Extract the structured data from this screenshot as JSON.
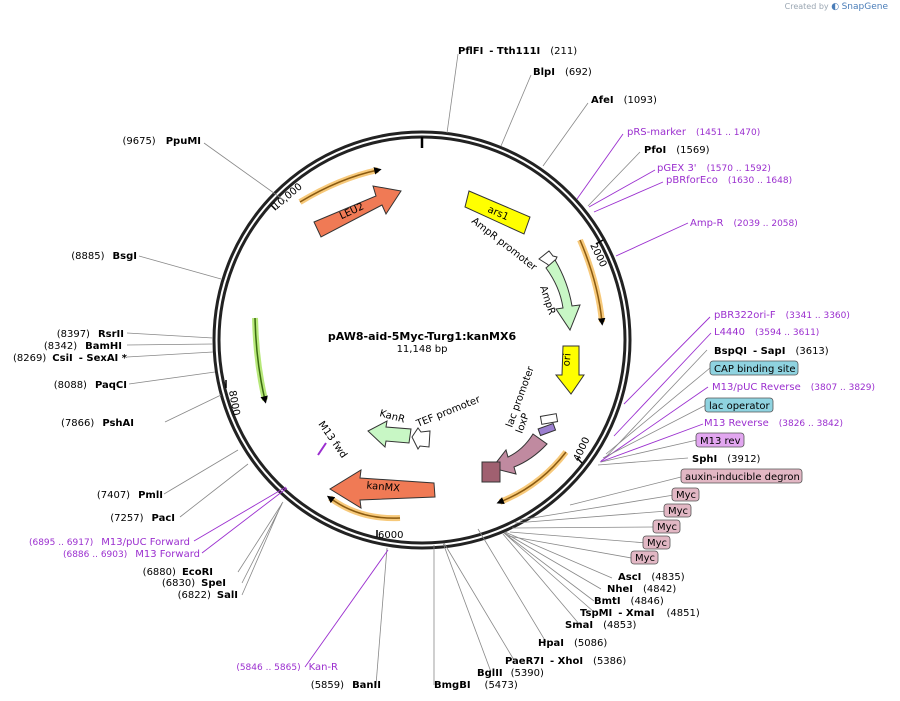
{
  "brand": {
    "created_by": "Created by",
    "app": "SnapGene"
  },
  "plasmid": {
    "name": "pAW8-aid-5Myc-Turg1:kanMX6",
    "length": "11,148 bp"
  },
  "ticks": [
    "2000",
    "4000",
    "6000",
    "8000",
    "10,000"
  ],
  "enzymes": [
    {
      "name": "PflFI",
      "extra": "- Tth111I",
      "pos": "(211)"
    },
    {
      "name": "BlpI",
      "pos": "(692)"
    },
    {
      "name": "AfeI",
      "pos": "(1093)"
    },
    {
      "name": "PfoI",
      "pos": "(1569)"
    },
    {
      "name": "BspQI",
      "extra": "- SapI",
      "pos": "(3613)"
    },
    {
      "name": "SphI",
      "pos": "(3912)"
    },
    {
      "name": "AscI",
      "pos": "(4835)"
    },
    {
      "name": "NheI",
      "pos": "(4842)"
    },
    {
      "name": "BmtI",
      "pos": "(4846)"
    },
    {
      "name": "TspMI",
      "extra": "- XmaI",
      "pos": "(4851)"
    },
    {
      "name": "SmaI",
      "pos": "(4853)"
    },
    {
      "name": "HpaI",
      "pos": "(5086)"
    },
    {
      "name": "PaeR7I",
      "extra": "- XhoI",
      "pos": "(5386)"
    },
    {
      "name": "BglII",
      "pos": "(5390)"
    },
    {
      "name": "BmgBI",
      "pos": "(5473)"
    },
    {
      "name": "BanII",
      "pos": "(5859)"
    },
    {
      "name": "SalI",
      "pos": "(6822)"
    },
    {
      "name": "SpeI",
      "pos": "(6830)"
    },
    {
      "name": "EcoRI",
      "pos": "(6880)"
    },
    {
      "name": "PacI",
      "pos": "(7257)"
    },
    {
      "name": "PmlI",
      "pos": "(7407)"
    },
    {
      "name": "PshAI",
      "pos": "(7866)"
    },
    {
      "name": "PaqCI",
      "pos": "(8088)"
    },
    {
      "name": "CsiI",
      "extra": "- SexAI *",
      "pos": "(8269)"
    },
    {
      "name": "BamHI",
      "pos": "(8342)"
    },
    {
      "name": "RsrII",
      "pos": "(8397)"
    },
    {
      "name": "BsgI",
      "pos": "(8885)"
    },
    {
      "name": "PpuMI",
      "pos": "(9675)"
    }
  ],
  "primers": [
    {
      "name": "pRS-marker",
      "pos": "(1451 .. 1470)"
    },
    {
      "name": "pGEX 3'",
      "pos": "(1570 .. 1592)"
    },
    {
      "name": "pBRforEco",
      "pos": "(1630 .. 1648)"
    },
    {
      "name": "Amp-R",
      "pos": "(2039 .. 2058)"
    },
    {
      "name": "pBR322ori-F",
      "pos": "(3341 .. 3360)"
    },
    {
      "name": "L4440",
      "pos": "(3594 .. 3611)"
    },
    {
      "name": "M13/pUC Reverse",
      "pos": "(3807 .. 3829)"
    },
    {
      "name": "M13 Reverse",
      "pos": "(3826 .. 3842)"
    },
    {
      "name": "M13/pUC Forward",
      "pos": "(6895 .. 6917)"
    },
    {
      "name": "M13 Forward",
      "pos": "(6886 .. 6903)"
    },
    {
      "name": "Kan-R",
      "pos": "(5846 .. 5865)"
    }
  ],
  "boxed": [
    {
      "name": "CAP binding site",
      "color": "#8fd3e0"
    },
    {
      "name": "lac operator",
      "color": "#8fd3e0"
    },
    {
      "name": "M13 rev",
      "color": "#e2a6f0"
    },
    {
      "name": "auxin-inducible degron",
      "color": "#e2b7c4"
    },
    {
      "name": "Myc",
      "color": "#e2b7c4"
    },
    {
      "name": "Myc",
      "color": "#e2b7c4"
    },
    {
      "name": "Myc",
      "color": "#e2b7c4"
    },
    {
      "name": "Myc",
      "color": "#e2b7c4"
    },
    {
      "name": "Myc",
      "color": "#e2b7c4"
    }
  ],
  "features": [
    {
      "name": "LEU2",
      "color": "#f07a55"
    },
    {
      "name": "ars1",
      "color": "#ffff00"
    },
    {
      "name": "AmpR promoter",
      "color": "#ffffff"
    },
    {
      "name": "AmpR",
      "color": "#c8f7c5"
    },
    {
      "name": "ori",
      "color": "#ffff00"
    },
    {
      "name": "lac promoter",
      "color": "#ffffff"
    },
    {
      "name": "loxP",
      "color": "#ffffff"
    },
    {
      "name": "kanMX",
      "color": "#f07a55"
    },
    {
      "name": "KanR",
      "color": "#c8f7c5"
    },
    {
      "name": "TEF promoter",
      "color": "#ffffff"
    },
    {
      "name": "M13 fwd",
      "color": "#ffffff"
    }
  ],
  "colors": {
    "primer": "#9b2fcf",
    "orf_arc": "#f5a623",
    "green_arc": "#7ed321",
    "backbone": "#000000"
  }
}
